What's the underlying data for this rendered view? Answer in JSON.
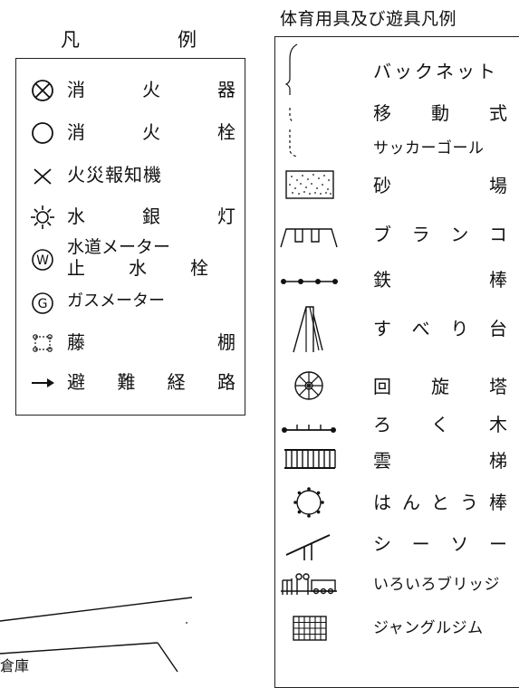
{
  "legend": {
    "title_left": "凡",
    "title_right": "例",
    "items": [
      {
        "icon": "fire-extinguisher-icon",
        "label": [
          "消",
          "火",
          "器"
        ]
      },
      {
        "icon": "fire-hydrant-icon",
        "label": [
          "消",
          "火",
          "栓"
        ]
      },
      {
        "icon": "fire-alarm-icon",
        "label": [
          "火災報知機"
        ]
      },
      {
        "icon": "mercury-lamp-icon",
        "label": [
          "水",
          "銀",
          "灯"
        ]
      },
      {
        "icon": "water-meter-icon",
        "label_line1": "水道メーター",
        "label_line2": [
          "止",
          "水",
          "栓"
        ]
      },
      {
        "icon": "gas-meter-icon",
        "label": [
          "ガスメーター"
        ]
      },
      {
        "icon": "wisteria-trellis-icon",
        "label": [
          "藤",
          "棚"
        ]
      },
      {
        "icon": "evacuation-route-icon",
        "label": [
          "避",
          "難",
          "経",
          "路"
        ]
      }
    ]
  },
  "equipment": {
    "title": "体育用具及び遊具凡例",
    "items": [
      {
        "icon": "backstop-net-icon",
        "label": [
          "バックネット"
        ]
      },
      {
        "icon": "movable-soccer-goal-icon",
        "label": [
          "移",
          "動",
          "式"
        ]
      },
      {
        "icon": "soccer-goal-icon",
        "label": [
          "サッカーゴール"
        ]
      },
      {
        "icon": "sandpit-icon",
        "label": [
          "砂",
          "場"
        ]
      },
      {
        "icon": "swing-icon",
        "label": [
          "ブ",
          "ラ",
          "ン",
          "コ"
        ]
      },
      {
        "icon": "iron-bar-icon",
        "label": [
          "鉄",
          "棒"
        ]
      },
      {
        "icon": "slide-icon",
        "label": [
          "す",
          "べ",
          "り",
          "台"
        ]
      },
      {
        "icon": "rotating-tower-icon",
        "label": [
          "回",
          "旋",
          "塔"
        ]
      },
      {
        "icon": "log-icon",
        "label": [
          "ろ",
          "く",
          "木"
        ]
      },
      {
        "icon": "monkey-bars-icon",
        "label": [
          "雲",
          "梯"
        ]
      },
      {
        "icon": "hanto-bar-icon",
        "label": [
          "は",
          "ん",
          "と",
          "う",
          "棒"
        ]
      },
      {
        "icon": "seesaw-icon",
        "label": [
          "シ",
          "ー",
          "ソ",
          "ー"
        ]
      },
      {
        "icon": "various-bridge-icon",
        "label": [
          "いろいろブリッジ"
        ]
      },
      {
        "icon": "jungle-gym-icon",
        "label": [
          "ジャングルジム"
        ]
      }
    ]
  },
  "map": {
    "storage_label": "倉庫"
  }
}
